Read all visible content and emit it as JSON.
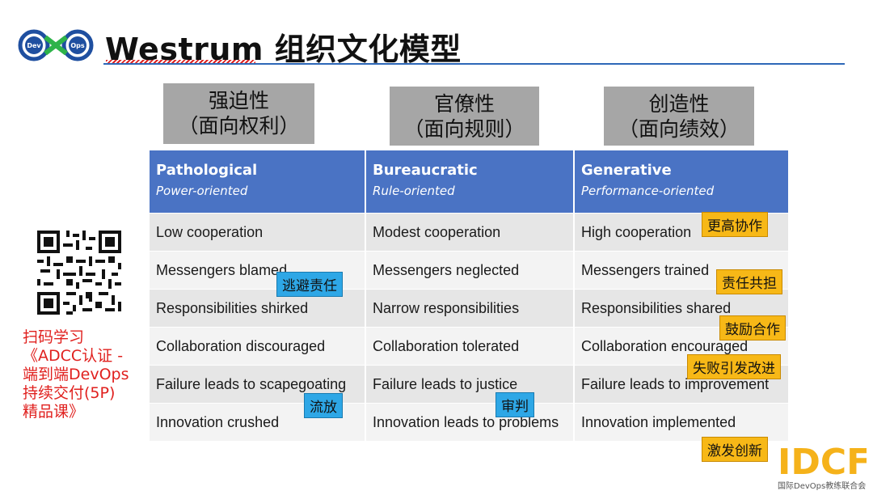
{
  "header": {
    "title": "Westrum 组织文化模型",
    "logo_text_left": "Dev",
    "logo_text_right": "Ops"
  },
  "categories": [
    {
      "line1": "强迫性",
      "line2": "（面向权利）"
    },
    {
      "line1": "官僚性",
      "line2": "（面向规则）"
    },
    {
      "line1": "创造性",
      "line2": "（面向绩效）"
    }
  ],
  "table": {
    "columns": [
      {
        "name": "Pathological",
        "sub": "Power-oriented"
      },
      {
        "name": "Bureaucratic",
        "sub": "Rule-oriented"
      },
      {
        "name": "Generative",
        "sub": "Performance-oriented"
      }
    ],
    "rows": [
      [
        "Low cooperation",
        "Modest cooperation",
        "High cooperation"
      ],
      [
        "Messengers blamed",
        "Messengers neglected",
        "Messengers trained"
      ],
      [
        "Responsibilities shirked",
        "Narrow responsibilities",
        "Responsibilities shared"
      ],
      [
        "Collaboration discouraged",
        "Collaboration tolerated",
        "Collaboration encouraged"
      ],
      [
        "Failure leads to scapegoating",
        "Failure leads to justice",
        "Failure leads to improvement"
      ],
      [
        "Innovation crushed",
        "Innovation leads to problems",
        "Innovation implemented"
      ]
    ]
  },
  "annotations": {
    "blue": [
      "逃避责任",
      "流放",
      "审判"
    ],
    "yellow": [
      "更高协作",
      "责任共担",
      "鼓励合作",
      "失败引发改进",
      "激发创新"
    ]
  },
  "promo": [
    "扫码学习",
    "《ADCC认证 -",
    "端到端DevOps",
    "持续交付(5P)",
    "精品课》"
  ],
  "brand": {
    "logo": "IDCF",
    "subtitle": "国际DevOps教练联合会"
  },
  "colors": {
    "header_blue": "#4a73c4",
    "rule_blue": "#2e68b8",
    "annotation_blue": "#2ea7e6",
    "annotation_yellow": "#f7b817",
    "promo_red": "#e0201e",
    "category_gray": "#a6a6a6"
  }
}
